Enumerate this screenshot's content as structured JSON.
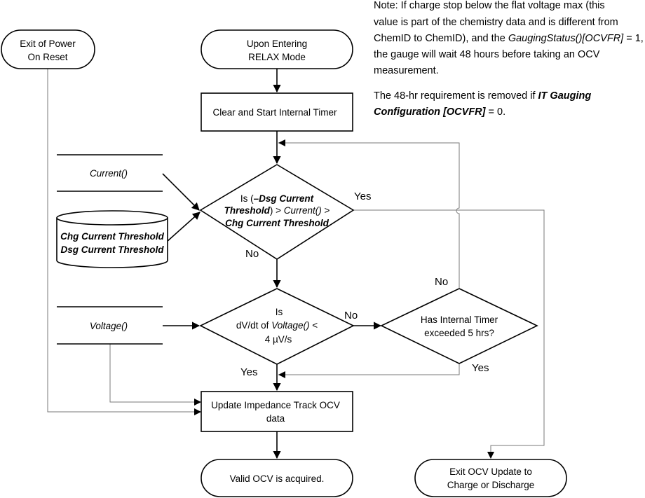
{
  "terminals": {
    "power_on_reset": [
      "Exit of Power",
      "On Reset"
    ],
    "relax_mode": [
      "Upon Entering",
      "RELAX Mode"
    ],
    "valid_ocv": "Valid OCV is acquired.",
    "exit_ocv": [
      "Exit OCV Update to",
      "Charge or Discharge"
    ]
  },
  "processes": {
    "clear_timer": "Clear and Start Internal Timer",
    "update_ocv": [
      "Update Impedance Track OCV",
      "data"
    ]
  },
  "decisions": {
    "current_check": {
      "line1_prefix": "Is (",
      "line1_bold": "–Dsg Current",
      "line2_bold": "Threshold",
      "line2_mid": ") > ",
      "line2_italic": "Current()",
      "line2_suffix": " >",
      "line3_bold": "Chg Current Threshold"
    },
    "voltage_check": {
      "line1": "Is",
      "line2_prefix": "dV/dt of ",
      "line2_italic": "Voltage()",
      "line2_suffix": " <",
      "line3": "4 µV/s"
    },
    "timer_check": [
      "Has Internal Timer",
      "exceeded 5 hrs?"
    ]
  },
  "data_stores": {
    "current": "Current()",
    "voltage": "Voltage()",
    "thresholds": [
      "Chg Current Threshold",
      "Dsg Current Threshold"
    ]
  },
  "edge_labels": {
    "current_yes": "Yes",
    "current_no": "No",
    "voltage_no": "No",
    "voltage_yes": "Yes",
    "timer_no": "No",
    "timer_yes": "Yes"
  },
  "note": {
    "p1_lines": [
      "Note: If charge stop below the flat voltage max (this",
      "value is part of the chemistry data and is different from"
    ],
    "p1_line3_prefix": "ChemID to ChemID), and the ",
    "p1_line3_italic": "GaugingStatus()[OCVFR]",
    "p1_line3_suffix": " = 1,",
    "p1_line4": "the gauge will wait 48 hours before taking an OCV",
    "p1_line5": "measurement.",
    "p2_prefix": "The 48-hr requirement is removed if ",
    "p2_bold1": "IT Gauging",
    "p2_bold2": "Configuration [OCVFR]",
    "p2_suffix": " = 0."
  }
}
